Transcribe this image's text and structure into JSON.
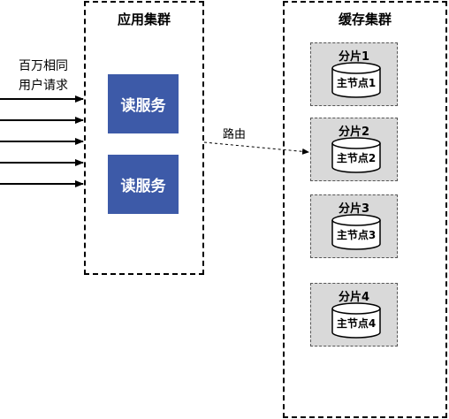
{
  "app_cluster": {
    "title": "应用集群"
  },
  "cache_cluster": {
    "title": "缓存集群"
  },
  "requests": {
    "label_line1": "百万相同",
    "label_line2": "用户请求"
  },
  "services": [
    {
      "label": "读服务"
    },
    {
      "label": "读服务"
    }
  ],
  "route": {
    "label": "路由"
  },
  "shards": [
    {
      "label": "分片1",
      "node": "主节点1"
    },
    {
      "label": "分片2",
      "node": "主节点2"
    },
    {
      "label": "分片3",
      "node": "主节点3"
    },
    {
      "label": "分片4",
      "node": "主节点4"
    }
  ]
}
